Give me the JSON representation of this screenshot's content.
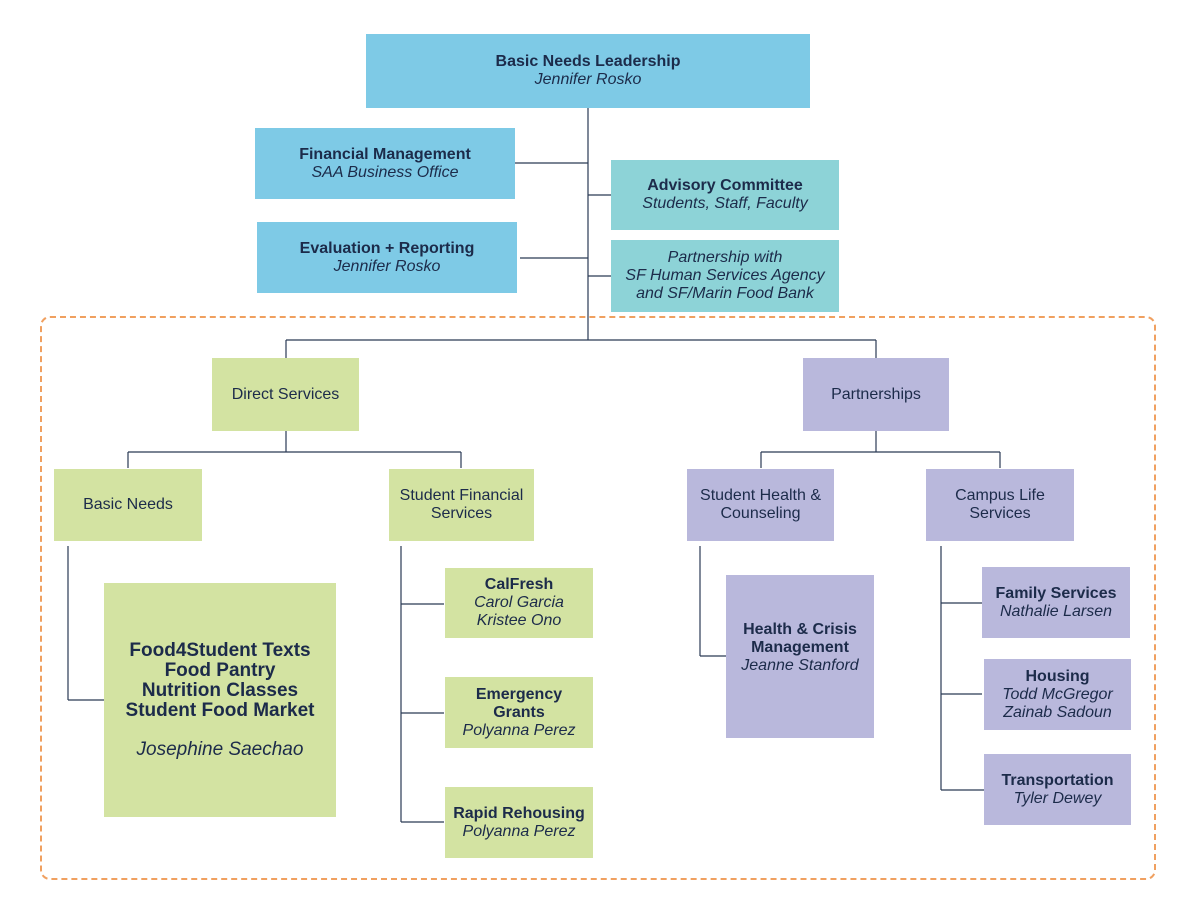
{
  "leadership": {
    "title": "Basic Needs Leadership",
    "name": "Jennifer Rosko"
  },
  "financial": {
    "title": "Financial Management",
    "sub": "SAA Business Office"
  },
  "evaluation": {
    "title": "Evaluation + Reporting",
    "name": "Jennifer Rosko"
  },
  "advisory": {
    "title": "Advisory Committee",
    "sub": "Students, Staff, Faculty"
  },
  "partnership_agency": {
    "line1": "Partnership with",
    "line2": "SF Human Services Agency",
    "line3": "and SF/Marin Food Bank"
  },
  "direct_services": {
    "label": "Direct Services"
  },
  "partnerships": {
    "label": "Partnerships"
  },
  "basic_needs": {
    "label": "Basic Needs"
  },
  "student_financial": {
    "line1": "Student Financial",
    "line2": "Services"
  },
  "student_health": {
    "line1": "Student Health &",
    "line2": "Counseling"
  },
  "campus_life": {
    "line1": "Campus Life",
    "line2": "Services"
  },
  "food_programs": {
    "items": [
      "Food4Student Texts",
      "Food Pantry",
      "Nutrition Classes",
      "Student Food Market"
    ],
    "name": "Josephine Saechao"
  },
  "calfresh": {
    "title": "CalFresh",
    "names": [
      "Carol Garcia",
      "Kristee Ono"
    ]
  },
  "emergency": {
    "title_line1": "Emergency",
    "title_line2": "Grants",
    "name": "Polyanna Perez"
  },
  "rehousing": {
    "title": "Rapid Rehousing",
    "name": "Polyanna Perez"
  },
  "health_crisis": {
    "title_line1": "Health & Crisis",
    "title_line2": "Management",
    "name": "Jeanne Stanford"
  },
  "family": {
    "title": "Family Services",
    "name": "Nathalie Larsen"
  },
  "housing": {
    "title": "Housing",
    "names": [
      "Todd McGregor",
      "Zainab Sadoun"
    ]
  },
  "transportation": {
    "title": "Transportation",
    "name": "Tyler Dewey"
  }
}
